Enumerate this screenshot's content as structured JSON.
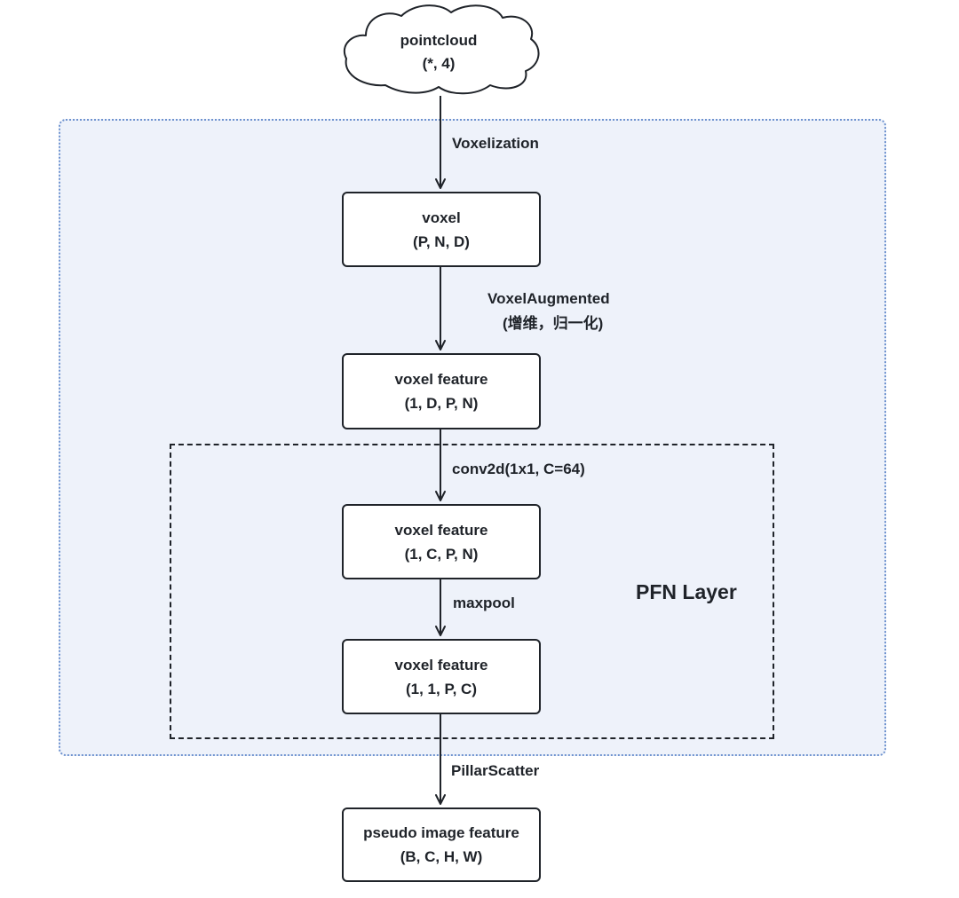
{
  "nodes": {
    "pointcloud": {
      "line1": "pointcloud",
      "line2": "(*, 4)"
    },
    "voxel": {
      "line1": "voxel",
      "line2": "(P, N, D)"
    },
    "voxel_feature_1": {
      "line1": "voxel feature",
      "line2": "(1, D, P, N)"
    },
    "voxel_feature_2": {
      "line1": "voxel feature",
      "line2": "(1, C, P, N)"
    },
    "voxel_feature_3": {
      "line1": "voxel feature",
      "line2": "(1, 1, P, C)"
    },
    "pseudo_image": {
      "line1": "pseudo image feature",
      "line2": "(B, C, H, W)"
    }
  },
  "edges": {
    "voxelization": "Voxelization",
    "voxel_augmented": "VoxelAugmented",
    "voxel_augmented_note": "(增维，归一化)",
    "conv2d": "conv2d(1x1, C=64)",
    "maxpool": "maxpool",
    "pillar_scatter": "PillarScatter"
  },
  "regions": {
    "pfn_layer": "PFN Layer"
  },
  "colors": {
    "outer_region_fill": "#eef2fa",
    "outer_region_border": "#6f93cf",
    "stroke": "#1f2329"
  }
}
